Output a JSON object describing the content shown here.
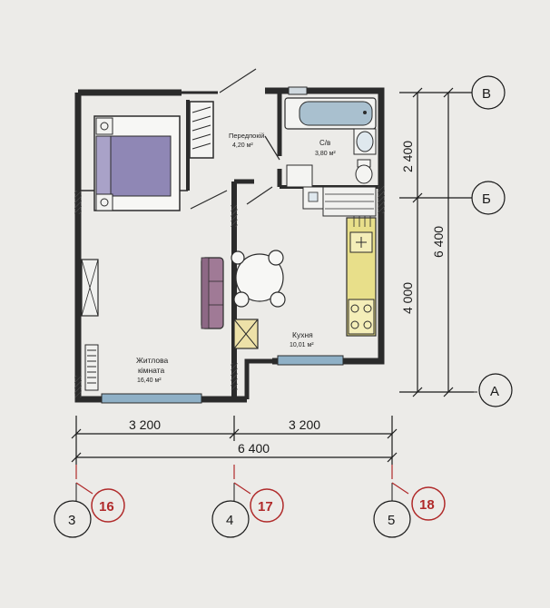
{
  "rooms": {
    "hallway": {
      "name": "Передпокій",
      "area": "4,20 м²"
    },
    "bathroom": {
      "name": "С/в",
      "area": "3,80 м²"
    },
    "kitchen": {
      "name": "Кухня",
      "area": "10,01 м²"
    },
    "living": {
      "name_line1": "Житлова",
      "name_line2": "кімната",
      "area": "16,40 м²"
    }
  },
  "dimensions": {
    "bottom_left": "3 200",
    "bottom_right": "3 200",
    "bottom_total": "6 400",
    "right_top": "2 400",
    "right_bottom": "4 000",
    "right_total": "6 400"
  },
  "axes": {
    "rows": [
      "В",
      "Б",
      "А"
    ],
    "cols": [
      {
        "label": "3",
        "tag": "16"
      },
      {
        "label": "4",
        "tag": "17"
      },
      {
        "label": "5",
        "tag": "18"
      }
    ]
  },
  "colors": {
    "wall": "#2b2b2b",
    "tag": "#b02a2a",
    "bed": "#8f87b5",
    "sofa": "#a07a96",
    "counter": "#e8df8a",
    "bath": "#a9c0cf",
    "window": "#8fb0c6"
  }
}
